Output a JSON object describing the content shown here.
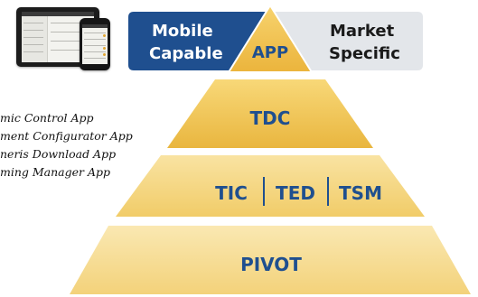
{
  "top_banner": {
    "left_label_line1": "Mobile",
    "left_label_line2": "Capable",
    "center_label": "APP",
    "right_label_line1": "Market",
    "right_label_line2": "Specific"
  },
  "pyramid": {
    "tier_top_label": "TDC",
    "tier_middle_labels": [
      "TIC",
      "TED",
      "TSM"
    ],
    "tier_bottom_label": "PIVOT"
  },
  "app_list": [
    "mic Control App",
    "ment Configurator App",
    "neris Download App",
    "ming Manager App"
  ],
  "colors": {
    "navy": "#1f4f8f",
    "light_gray": "#e3e6ea",
    "gold": "#efc04e",
    "gold_light": "#f6dd92",
    "label_blue": "#1f4f8f",
    "white": "#ffffff"
  },
  "icons": [
    "tablet-icon",
    "phone-icon"
  ]
}
